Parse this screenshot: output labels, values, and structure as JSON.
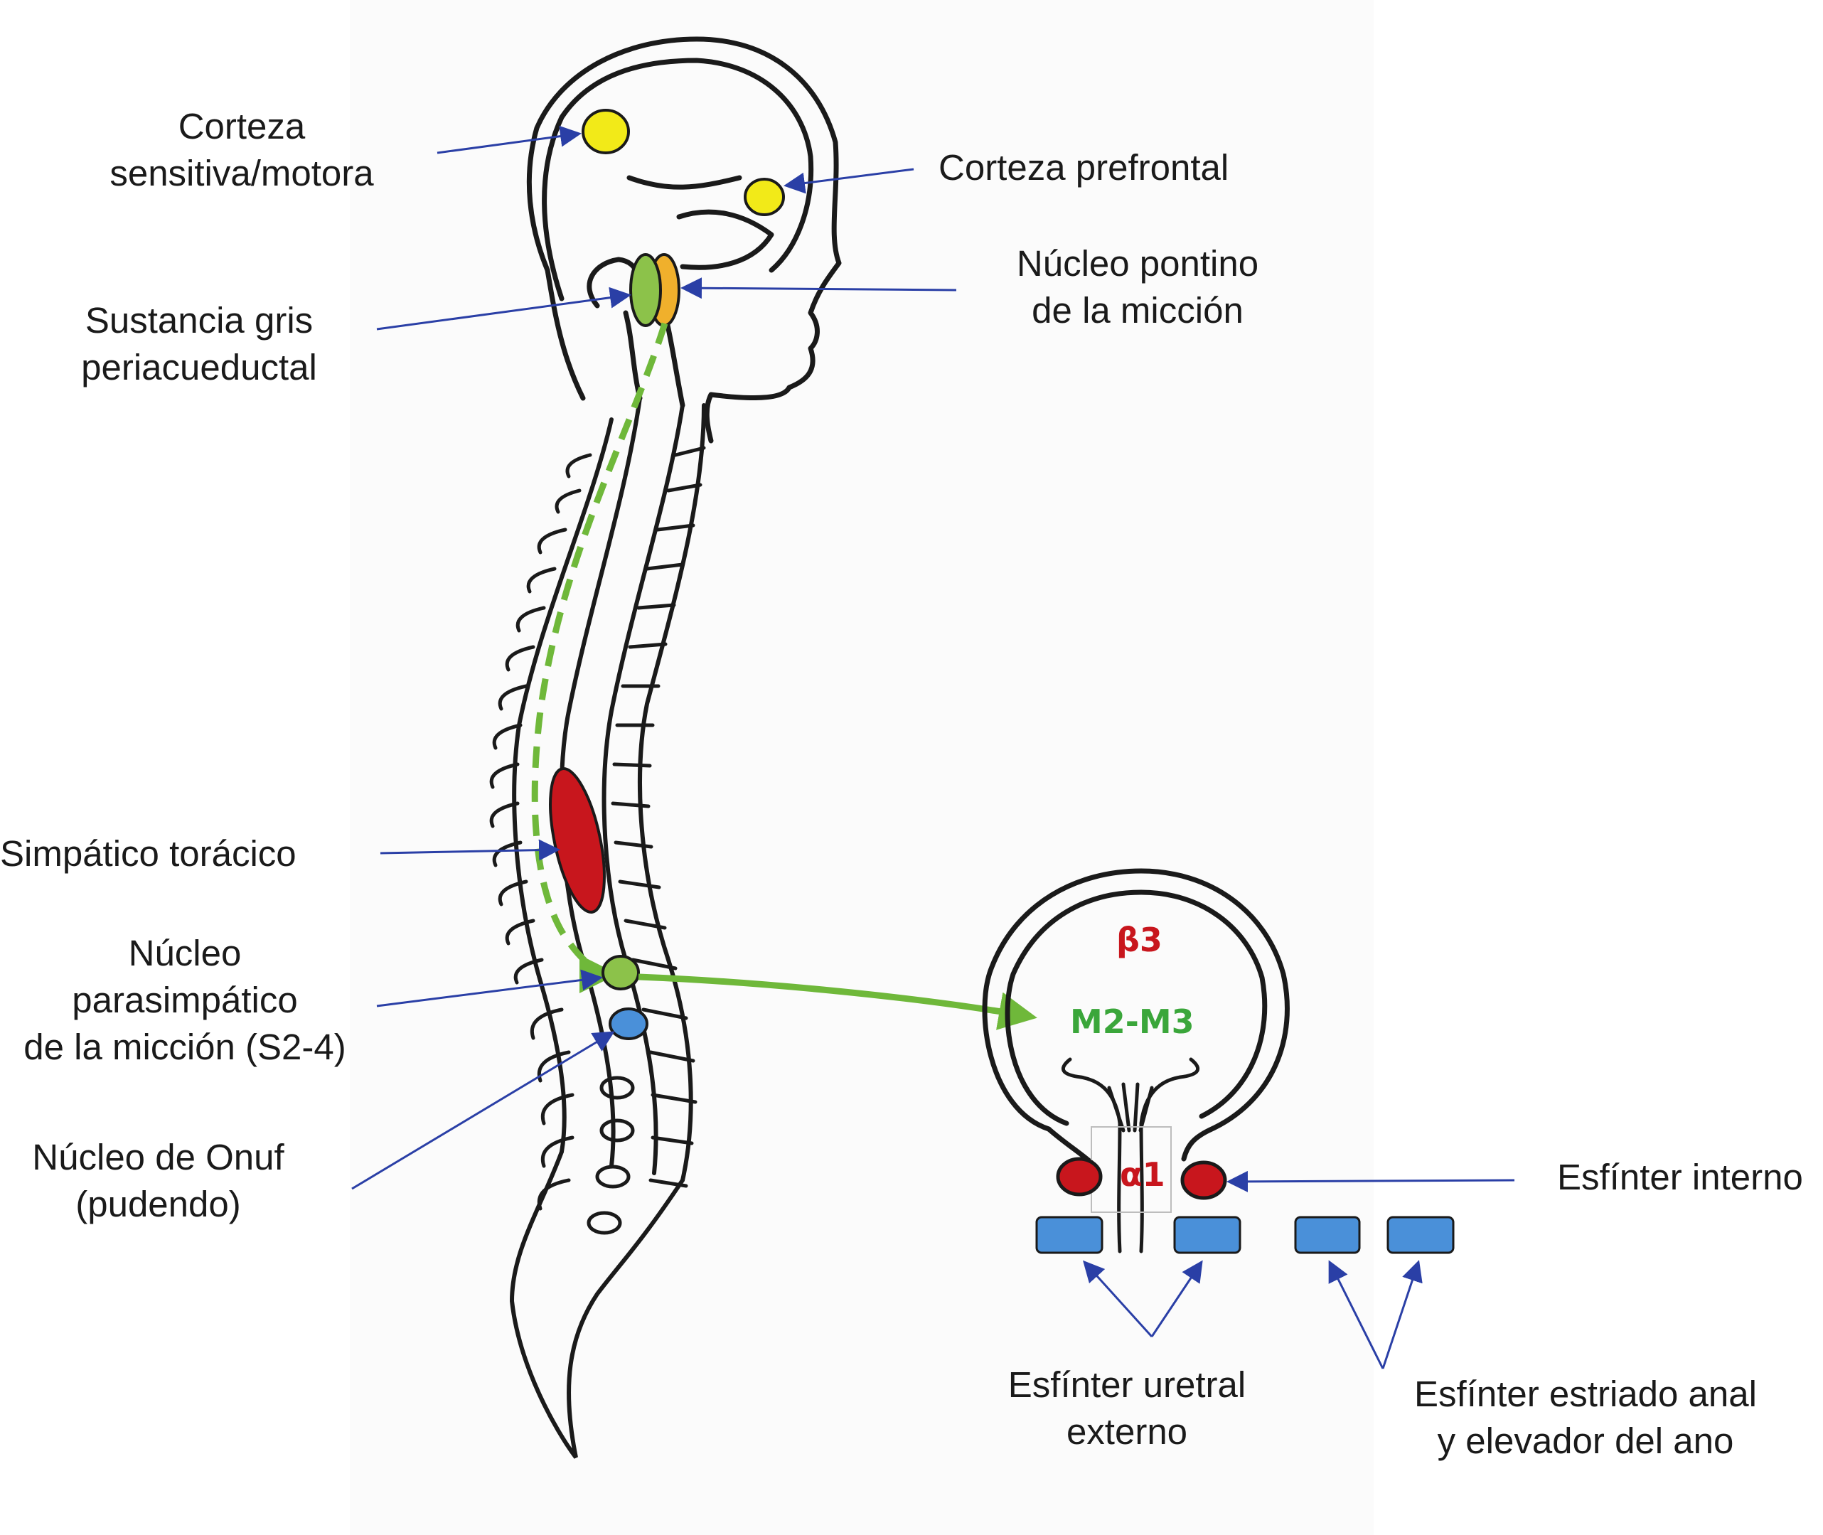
{
  "labels": {
    "corteza_sensitiva": [
      "Corteza",
      "sensitiva/motora"
    ],
    "corteza_prefrontal": [
      "Corteza prefrontal"
    ],
    "sustancia_gris": [
      "Sustancia gris",
      "periacueductal"
    ],
    "nucleo_pontino": [
      "Núcleo pontino",
      "de la micción"
    ],
    "simpatico_toracico": [
      "Simpático torácico"
    ],
    "nucleo_parasimpatico": [
      "Núcleo",
      "parasimpático",
      "de la micción (S2-4)"
    ],
    "nucleo_onuf": [
      "Núcleo de Onuf",
      "(pudendo)"
    ],
    "esfinter_interno": [
      "Esfínter interno"
    ],
    "esfinter_uretral": [
      "Esfínter uretral",
      "externo"
    ],
    "esfinter_anal": [
      "Esfínter estriado anal",
      "y elevador del ano"
    ]
  },
  "receptors": {
    "beta3": "β3",
    "m2m3": "M2-M3",
    "alpha1": "α1"
  },
  "colors": {
    "yellow_region": "#f2ea18",
    "green_region": "#8cc24a",
    "orange_region": "#f0b02c",
    "red_region": "#c8161d",
    "blue_region": "#4a90d9",
    "pathway_green": "#6fb83a",
    "arrow_blue": "#2a3fa6",
    "receptor_red": "#c8161d",
    "receptor_green": "#3aa63a",
    "outline": "#1a1a1a"
  }
}
